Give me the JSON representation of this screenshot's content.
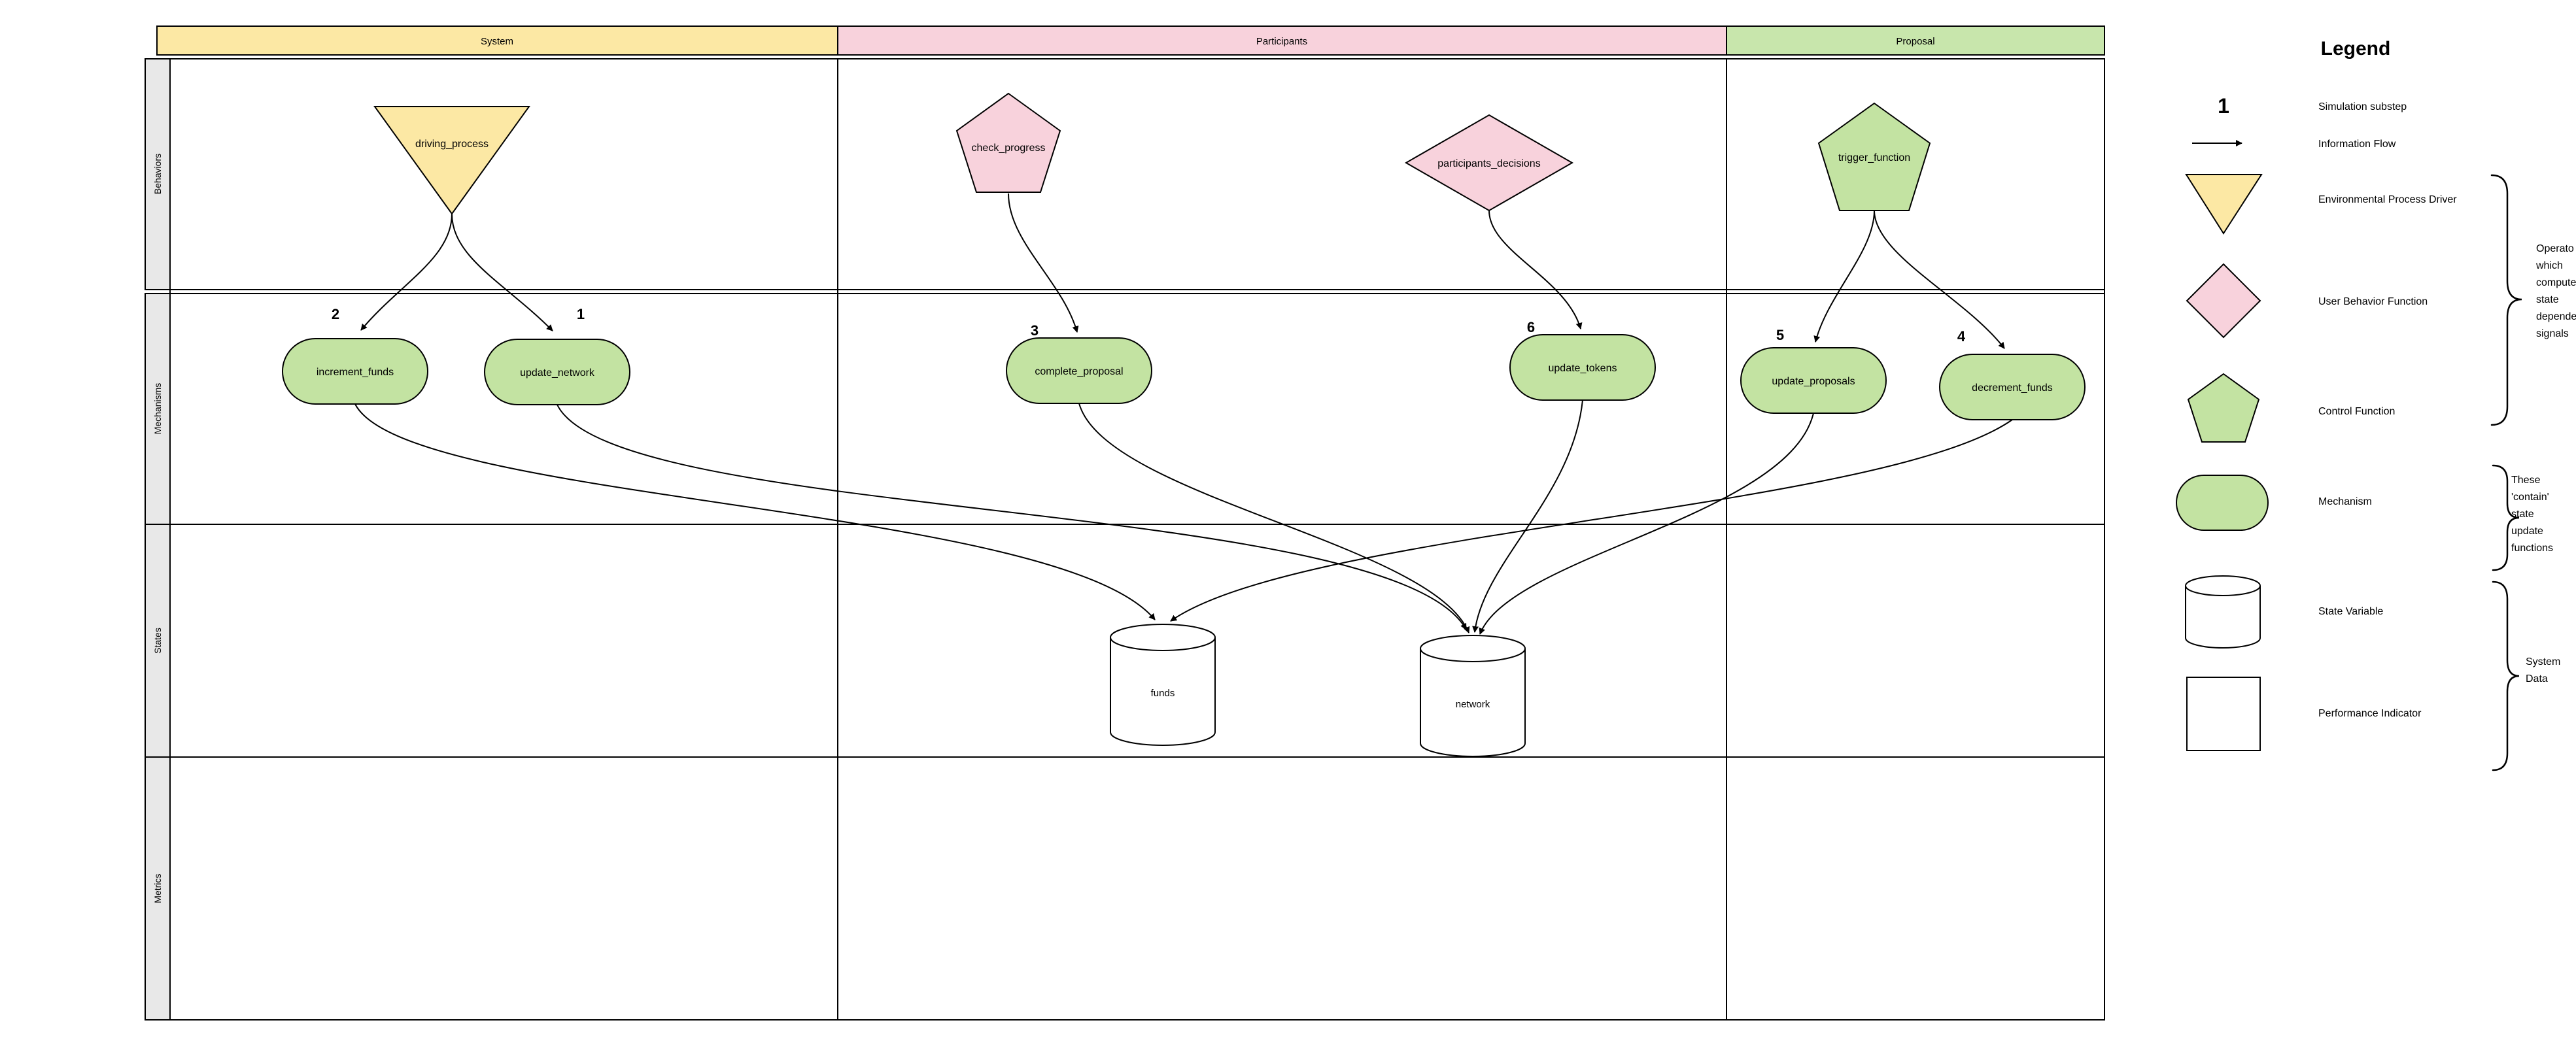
{
  "colors": {
    "yellow": "#FCE8A4",
    "pink": "#F8D2DC",
    "green_header": "#C8E6AC",
    "green_shape": "#C3E3A2",
    "strip_gray": "#E8E8E8",
    "white": "#FFFFFF",
    "stroke": "#000000"
  },
  "diagram": {
    "columns": [
      {
        "label": "System"
      },
      {
        "label": "Participants"
      },
      {
        "label": "Proposal"
      }
    ],
    "rows": [
      {
        "label": "Behaviors"
      },
      {
        "label": "Mechanisms"
      },
      {
        "label": "States"
      },
      {
        "label": "Metrics"
      }
    ],
    "behaviors": {
      "driving_process": {
        "label": "driving_process",
        "shape": "inverted-triangle",
        "color": "yellow",
        "column": "System"
      },
      "check_progress": {
        "label": "check_progress",
        "shape": "pentagon",
        "color": "pink",
        "column": "Participants"
      },
      "participants_decisions": {
        "label": "participants_decisions",
        "shape": "diamond",
        "color": "pink",
        "column": "Participants"
      },
      "trigger_function": {
        "label": "trigger_function",
        "shape": "pentagon",
        "color": "green",
        "column": "Proposal"
      }
    },
    "mechanisms": {
      "increment_funds": {
        "label": "increment_funds"
      },
      "update_network": {
        "label": "update_network"
      },
      "complete_proposal": {
        "label": "complete_proposal"
      },
      "update_tokens": {
        "label": "update_tokens"
      },
      "update_proposals": {
        "label": "update_proposals"
      },
      "decrement_funds": {
        "label": "decrement_funds"
      }
    },
    "states": {
      "funds": {
        "label": "funds"
      },
      "network": {
        "label": "network"
      }
    },
    "substeps": [
      {
        "number": "2",
        "mechanism": "increment_funds"
      },
      {
        "number": "1",
        "mechanism": "update_network"
      },
      {
        "number": "3",
        "mechanism": "complete_proposal"
      },
      {
        "number": "6",
        "mechanism": "update_tokens"
      },
      {
        "number": "5",
        "mechanism": "update_proposals"
      },
      {
        "number": "4",
        "mechanism": "decrement_funds"
      }
    ],
    "edges": {
      "behavior_to_mechanism": [
        {
          "from": "driving_process",
          "to": "increment_funds"
        },
        {
          "from": "driving_process",
          "to": "update_network"
        },
        {
          "from": "check_progress",
          "to": "complete_proposal"
        },
        {
          "from": "participants_decisions",
          "to": "update_tokens"
        },
        {
          "from": "trigger_function",
          "to": "update_proposals"
        },
        {
          "from": "trigger_function",
          "to": "decrement_funds"
        }
      ],
      "mechanism_to_state": [
        {
          "from": "increment_funds",
          "to": "funds"
        },
        {
          "from": "decrement_funds",
          "to": "funds"
        },
        {
          "from": "update_network",
          "to": "network"
        },
        {
          "from": "complete_proposal",
          "to": "network"
        },
        {
          "from": "update_tokens",
          "to": "network"
        },
        {
          "from": "update_proposals",
          "to": "network"
        }
      ]
    }
  },
  "legend": {
    "title": "Legend",
    "items": [
      {
        "icon": "substep-number",
        "symbol": "1",
        "label": "Simulation substep"
      },
      {
        "icon": "arrow",
        "label": "Information Flow"
      },
      {
        "icon": "inverted-triangle-yellow",
        "label": "Environmental Process Driver"
      },
      {
        "icon": "diamond-pink",
        "label": "User Behavior Function"
      },
      {
        "icon": "pentagon-green",
        "label": "Control Function"
      },
      {
        "icon": "pill-green",
        "label": "Mechanism"
      },
      {
        "icon": "cylinder-white",
        "label": "State Variable"
      },
      {
        "icon": "square-white",
        "label": "Performance Indicator"
      }
    ],
    "annotations": {
      "operators": "Operato\nwhich\ncompute\nstate\ndepende\nsignals",
      "mechanisms": "These\n'contain'\nstate\nupdate\nfunctions",
      "system_data": "System\nData"
    }
  }
}
